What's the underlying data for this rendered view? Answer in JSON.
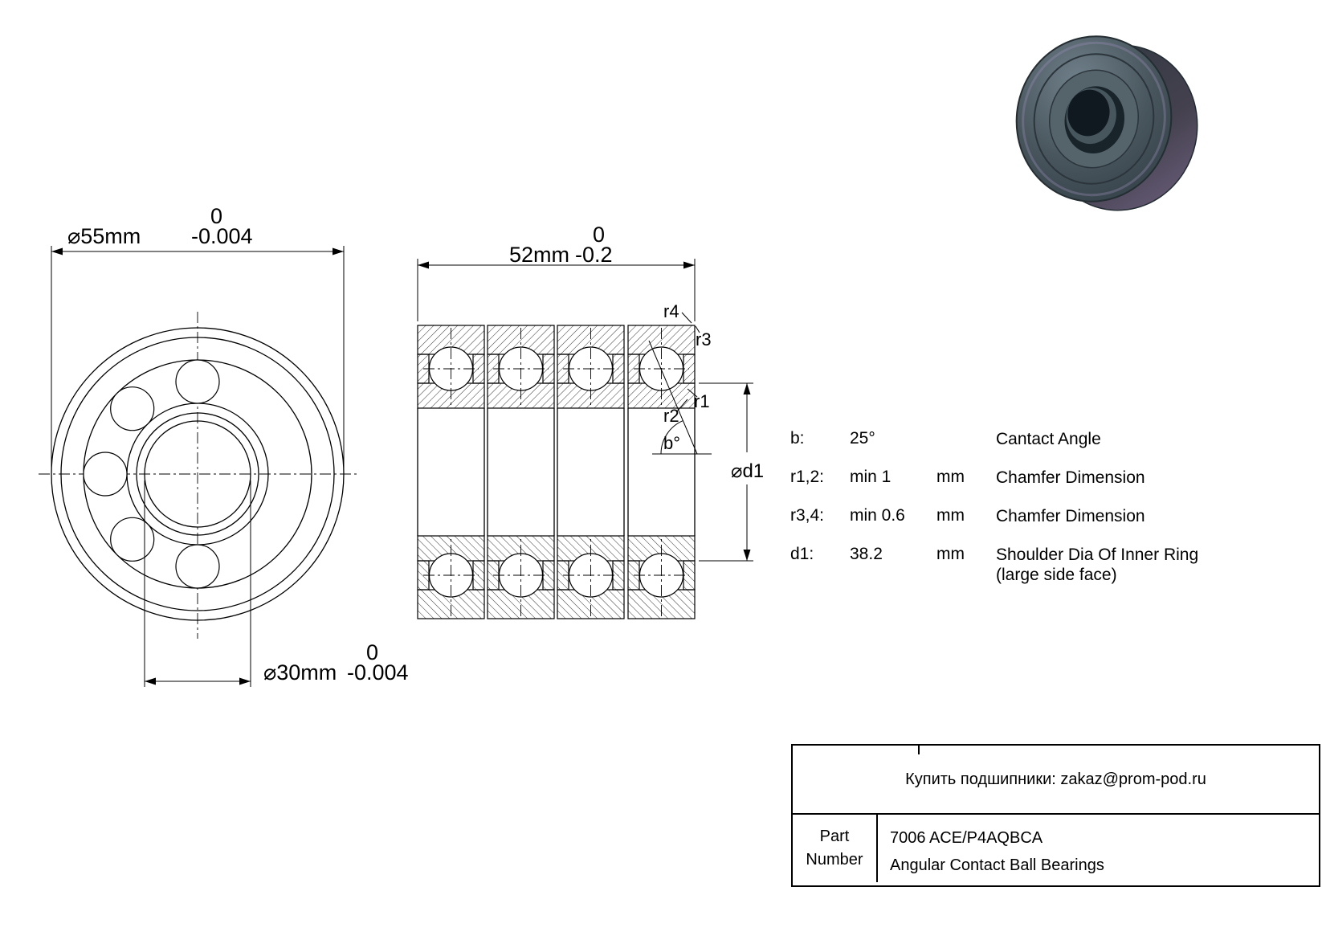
{
  "palette": {
    "line": "#000000",
    "background": "#ffffff",
    "photo_dark": "#333f46",
    "photo_mid": "#55636b",
    "photo_sheen": "#9a8fb8"
  },
  "front_view": {
    "outer_diameter": {
      "label": "⌀55mm",
      "tol_upper": "0",
      "tol_lower": "-0.004"
    },
    "bore_diameter": {
      "label": "⌀30mm",
      "tol_upper": "0",
      "tol_lower": "-0.004"
    }
  },
  "section_view": {
    "width": {
      "label": "52mm",
      "tol_upper": "0",
      "tol_lower": "-0.2"
    },
    "labels": {
      "r1": "r1",
      "r2": "r2",
      "r3": "r3",
      "r4": "r4",
      "contact_angle": "b°",
      "shoulder_dia": "⌀d1"
    }
  },
  "specs": {
    "rows": [
      {
        "key": "b:",
        "value": "25°",
        "unit": "",
        "desc": "Cantact Angle",
        "desc2": ""
      },
      {
        "key": "r1,2:",
        "value": "min 1",
        "unit": "mm",
        "desc": "Chamfer Dimension",
        "desc2": ""
      },
      {
        "key": "r3,4:",
        "value": "min 0.6",
        "unit": "mm",
        "desc": "Chamfer Dimension",
        "desc2": ""
      },
      {
        "key": "d1:",
        "value": "38.2",
        "unit": "mm",
        "desc": "Shoulder Dia Of Inner Ring",
        "desc2": "(large side face)"
      }
    ]
  },
  "footer": {
    "contact_line": "Купить подшипники: zakaz@prom-pod.ru",
    "part_label": {
      "line1": "Part",
      "line2": "Number"
    },
    "part_number": "7006 ACE/P4AQBCA",
    "bearing_type": "Angular Contact Ball Bearings"
  }
}
